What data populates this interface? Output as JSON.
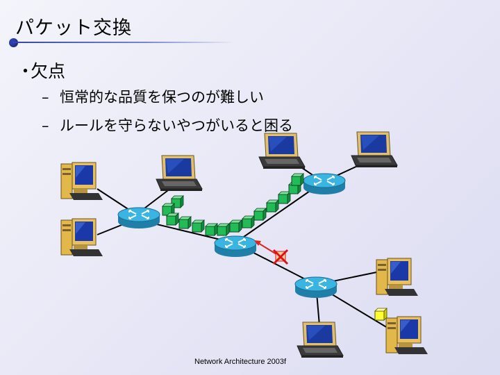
{
  "title": "パケット交換",
  "bullet": {
    "marker": "・",
    "text": "欠点"
  },
  "subitems": [
    {
      "marker": "–",
      "text": "恒常的な品質を保つのが難しい"
    },
    {
      "marker": "–",
      "text": "ルールを守らないやつがいると困る"
    }
  ],
  "footer": "Network Architecture 2003f",
  "colors": {
    "router": "#2aa0d0",
    "packet": "#22bb55",
    "rogue_packet": "#ffff33",
    "drop_mark": "#dd1111",
    "arrow": "#dd2222",
    "title_rule": "#3344aa"
  },
  "icons": [
    "laptop-icon",
    "desktop-pc-icon",
    "router-icon",
    "packet-icon",
    "drop-x-icon"
  ]
}
